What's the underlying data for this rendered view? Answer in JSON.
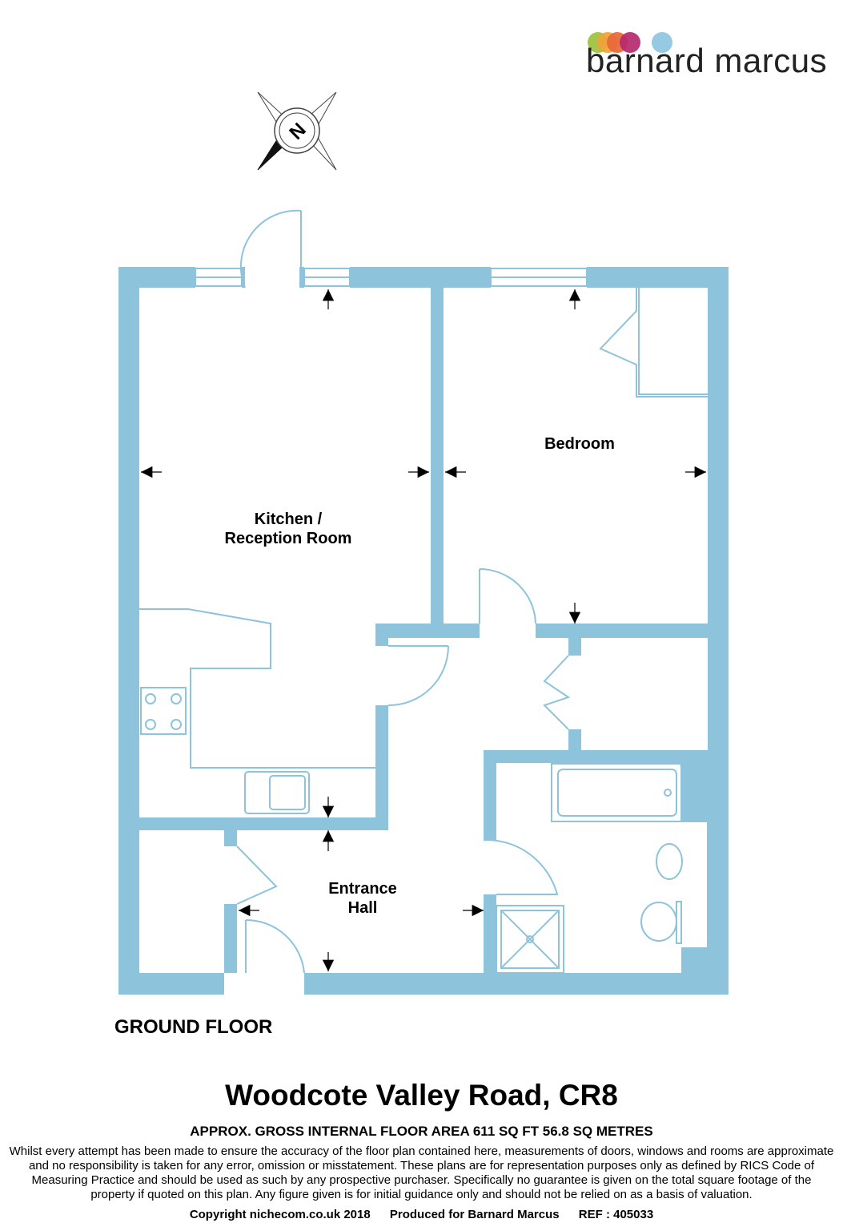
{
  "brand": {
    "name": "barnard marcus",
    "dot_colors": [
      "#9bc13c",
      "#f2a23a",
      "#e8683a",
      "#b5296e",
      "#8cc5df"
    ]
  },
  "compass": {
    "label": "N"
  },
  "colors": {
    "wall": "#8ec3dc",
    "line": "#8ec3dc",
    "text": "#000000"
  },
  "rooms": {
    "kitchen_line1": "Kitchen /",
    "kitchen_line2": "Reception Room",
    "bedroom": "Bedroom",
    "hall_line1": "Entrance",
    "hall_line2": "Hall"
  },
  "floor_label": "GROUND FLOOR",
  "address": "Woodcote Valley Road, CR8",
  "area": "APPROX. GROSS INTERNAL FLOOR AREA 611 SQ FT 56.8 SQ METRES",
  "disclaimer": "Whilst every attempt has been made to ensure the accuracy of the floor plan contained here, measurements of doors, windows and rooms are approximate and no responsibility is taken for any error, omission or misstatement. These plans are for representation purposes only as defined by RICS Code of Measuring Practice and should be used as such by any prospective purchaser.  Specifically no guarantee is given on the total square footage of the property if quoted on this plan. Any figure given is for initial guidance only and should not be relied on as a basis of valuation.",
  "footer": {
    "copyright": "Copyright nichecom.co.uk 2018",
    "produced": "Produced for Barnard Marcus",
    "ref": "REF : 405033"
  }
}
